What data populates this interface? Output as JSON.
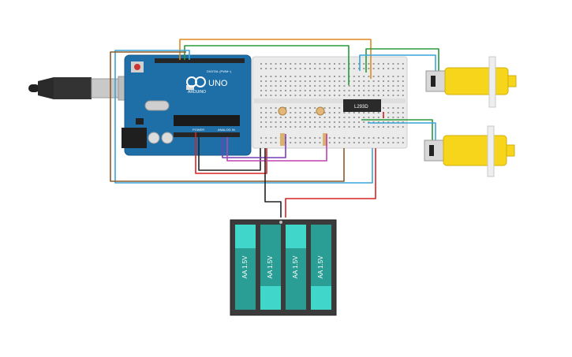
{
  "arduino": {
    "logo_text": "UNO",
    "brand_text": "ARDUINO",
    "digital_header": "DIGITAL (PWM~)",
    "power_header": "POWER",
    "analog_header": "ANALOG IN"
  },
  "driver_ic": {
    "label": "L293D"
  },
  "battery": {
    "cells": [
      "AA 1.5V",
      "AA 1.5V",
      "AA 1.5V",
      "AA 1.5V"
    ]
  },
  "colors": {
    "arduino_board": "#1e6fa8",
    "breadboard": "#ebebeb",
    "motor_yellow": "#f6d51b",
    "battery_case": "#3b3b3b",
    "battery_cell": "#2fc4b8",
    "wire_red": "#d62424",
    "wire_black": "#222222",
    "wire_green": "#2a9a3a",
    "wire_orange": "#e08a1e",
    "wire_blue": "#3aa4d8",
    "wire_purple": "#7a3db8",
    "wire_magenta": "#c040b0",
    "wire_brown": "#8a5a2a"
  }
}
